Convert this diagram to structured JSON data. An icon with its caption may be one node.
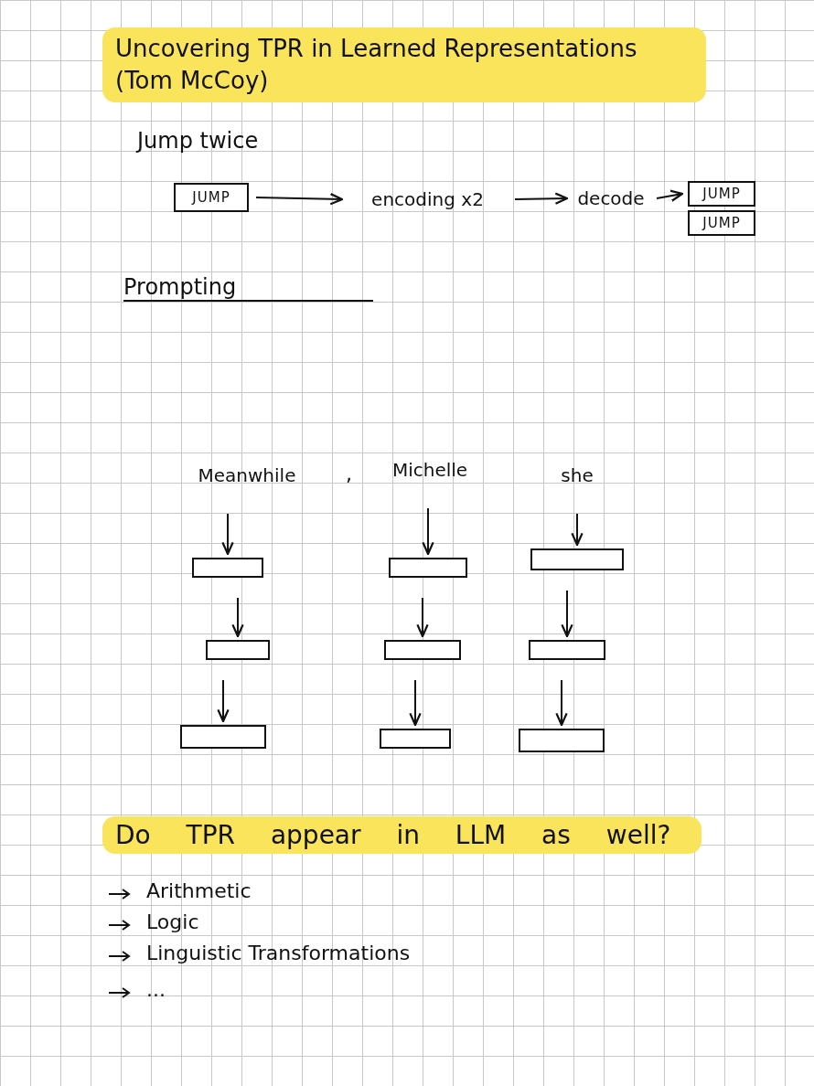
{
  "diagram": {
    "title": "Uncovering TPR in Learned Representations (Tom McCoy)",
    "nodes": [
      {
        "text": [
          "JUMP"
        ]
      },
      {
        "text": [
          "encoding x2"
        ]
      },
      {
        "text": [
          "decode"
        ]
      },
      {
        "text": [
          "JUMP"
        ]
      },
      {
        "text": [
          "JUMP"
        ]
      },
      {
        "text": [
          "Meanwhile"
        ]
      },
      {
        "text": [
          "Michelle"
        ]
      },
      {
        "text": [
          "she"
        ]
      },
      {
        "text": [],
        "shape": "bar"
      },
      {
        "text": [],
        "shape": "bar"
      },
      {
        "text": [],
        "shape": "bar"
      },
      {
        "text": [],
        "shape": "bar"
      },
      {
        "text": [],
        "shape": "bar"
      },
      {
        "text": [],
        "shape": "bar"
      },
      {
        "text": [],
        "shape": "bar"
      },
      {
        "text": [],
        "shape": "bar"
      },
      {
        "text": [],
        "shape": "bar"
      }
    ],
    "edges": [
      {
        "from": 0,
        "to": 1,
        "arrow": "to"
      },
      {
        "from": 1,
        "to": 2,
        "arrow": "to"
      },
      {
        "from": 2,
        "to": 3,
        "arrow": "to"
      },
      {
        "from": 5,
        "to": 8,
        "arrow": "to"
      },
      {
        "from": 6,
        "to": 9,
        "arrow": "to"
      },
      {
        "from": 7,
        "to": 10,
        "arrow": "to"
      },
      {
        "from": 8,
        "to": 11,
        "arrow": "to"
      },
      {
        "from": 9,
        "to": 12,
        "arrow": "to"
      },
      {
        "from": 10,
        "to": 13,
        "arrow": "to"
      },
      {
        "from": 11,
        "to": 14,
        "arrow": "to"
      },
      {
        "from": 12,
        "to": 15,
        "arrow": "to"
      },
      {
        "from": 13,
        "to": 16,
        "arrow": "to"
      }
    ],
    "labels": [
      "Jump twice",
      "Prompting",
      ",",
      "Do TPR appear in LLM as well?",
      "Arithmetic",
      "Logic",
      "Linguistic Transformations",
      "..."
    ]
  }
}
